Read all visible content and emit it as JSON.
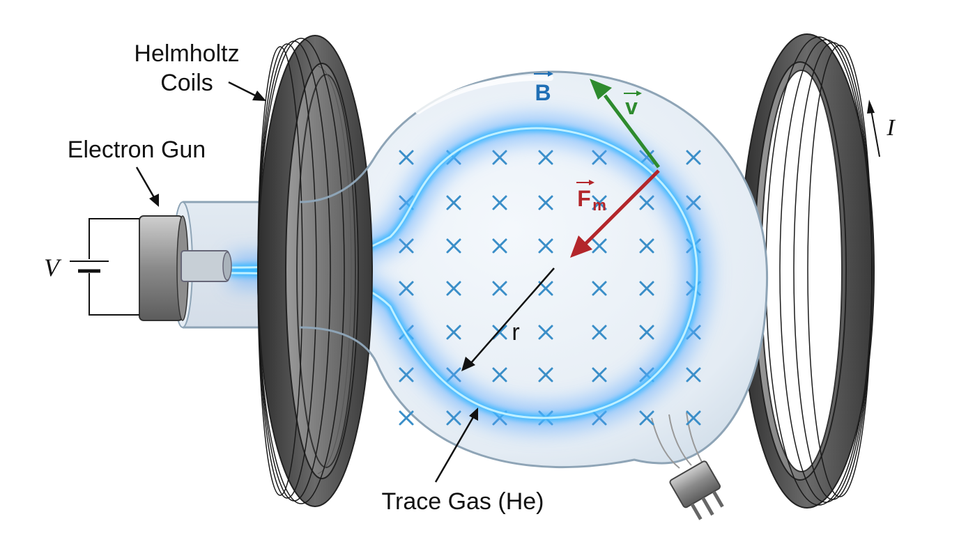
{
  "labels": {
    "helmholtz_line1": "Helmholtz",
    "helmholtz_line2": "Coils",
    "electron_gun": "Electron Gun",
    "voltage": "V",
    "current": "I",
    "radius": "r",
    "trace_gas": "Trace Gas (He)",
    "b_field": "B",
    "velocity": "v",
    "force": "F",
    "force_subscript": "m"
  },
  "colors": {
    "beam": "#3ab8ff",
    "glow": "#5aa8ff",
    "field_marks": "#3a8ec8",
    "b_label": "#1f6fb5",
    "velocity": "#2e8b2e",
    "force": "#b3262b",
    "coil": "#4a4a4a",
    "bulb": "#e6eef6"
  },
  "icons": {
    "field_symbol": "cross-icon",
    "battery": "battery-icon"
  }
}
